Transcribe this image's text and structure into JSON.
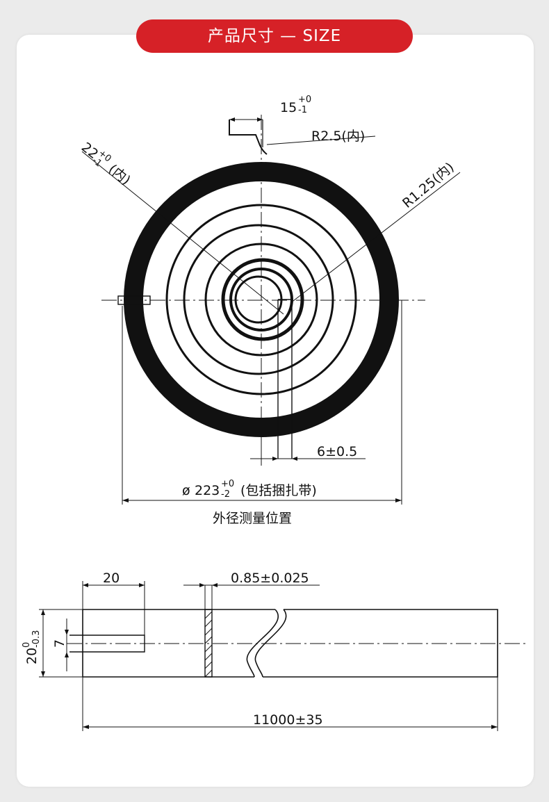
{
  "header": {
    "title": "产品尺寸 — SIZE"
  },
  "coil": {
    "width_dim": "15",
    "width_tol_upper": "+0",
    "width_tol_lower": "-1",
    "hook_radius": "R2.5(内)",
    "inner_dim": "22",
    "inner_tol_upper": "+0",
    "inner_tol_lower": "-1",
    "inner_note": "(内)",
    "inner_radius": "R1.25(内)",
    "gap_dim": "6±0.5",
    "diameter_symbol": "ø",
    "diameter": "223",
    "diameter_tol_upper": "+0",
    "diameter_tol_lower": "-2",
    "diameter_note": "(包括捆扎带)",
    "caption": "外径测量位置"
  },
  "strip": {
    "end_length": "20",
    "thickness": "0.85±0.025",
    "height": "20",
    "height_tol_upper": "0",
    "height_tol_lower": "-0.3",
    "slot": "7",
    "total_length": "11000±35"
  },
  "colors": {
    "accent": "#d62127",
    "line": "#111111"
  }
}
